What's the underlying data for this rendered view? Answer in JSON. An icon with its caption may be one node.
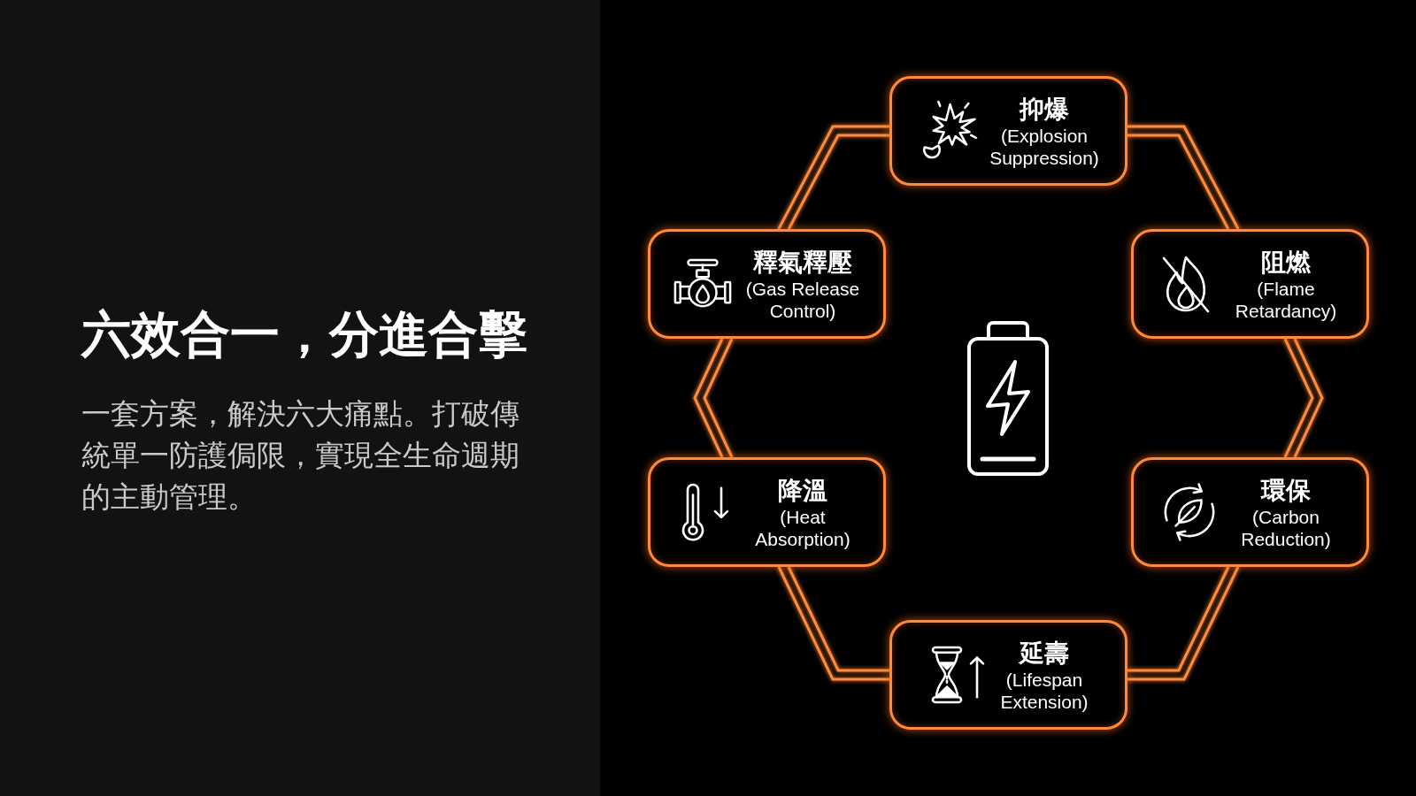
{
  "diagram": {
    "title": "六效合一，分進合擊",
    "nodes": [
      {
        "text": [
          "抑爆",
          "(Explosion Suppression)"
        ]
      },
      {
        "text": [
          "釋氣釋壓",
          "(Gas Release Control)"
        ]
      },
      {
        "text": [
          "阻燃",
          "(Flame Retardancy)"
        ]
      },
      {
        "text": [
          "降溫",
          "(Heat Absorption)"
        ]
      },
      {
        "text": [
          "環保",
          "(Carbon Reduction)"
        ]
      },
      {
        "text": [
          "延壽",
          "(Lifespan Extension)"
        ]
      }
    ],
    "edges": [
      {
        "from": 0,
        "to": 2,
        "arrow": "none"
      },
      {
        "from": 2,
        "to": 4,
        "arrow": "none"
      },
      {
        "from": 4,
        "to": 5,
        "arrow": "none"
      },
      {
        "from": 5,
        "to": 3,
        "arrow": "none"
      },
      {
        "from": 3,
        "to": 1,
        "arrow": "none"
      },
      {
        "from": 1,
        "to": 0,
        "arrow": "none"
      }
    ],
    "labels": [
      "一套方案，解決六大痛點。打破傳統單一防護侷限，實現全生命週期的主動管理。"
    ]
  }
}
